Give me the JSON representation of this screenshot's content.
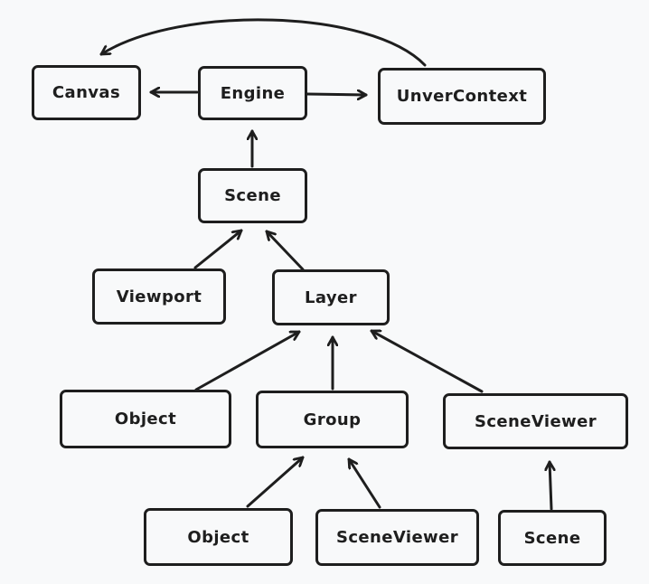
{
  "colors": {
    "stroke": "#1e1e1e",
    "background": "#f8f9fa"
  },
  "nodes": {
    "canvas": "Canvas",
    "engine": "Engine",
    "unver_context": "UnverContext",
    "scene_top": "Scene",
    "viewport": "Viewport",
    "layer": "Layer",
    "object_left": "Object",
    "group": "Group",
    "scene_viewer_right": "SceneViewer",
    "object_bottom": "Object",
    "scene_viewer_bottom": "SceneViewer",
    "scene_bottom": "Scene"
  },
  "edges": [
    {
      "from": "Engine",
      "to": "Canvas"
    },
    {
      "from": "Engine",
      "to": "UnverContext"
    },
    {
      "from": "UnverContext",
      "to": "Canvas"
    },
    {
      "from": "Scene",
      "to": "Engine"
    },
    {
      "from": "Viewport",
      "to": "Scene"
    },
    {
      "from": "Layer",
      "to": "Scene"
    },
    {
      "from": "Object",
      "to": "Layer"
    },
    {
      "from": "Group",
      "to": "Layer"
    },
    {
      "from": "SceneViewer",
      "to": "Layer"
    },
    {
      "from": "Object",
      "to": "Group"
    },
    {
      "from": "SceneViewer",
      "to": "Group"
    },
    {
      "from": "Scene",
      "to": "SceneViewer"
    }
  ]
}
